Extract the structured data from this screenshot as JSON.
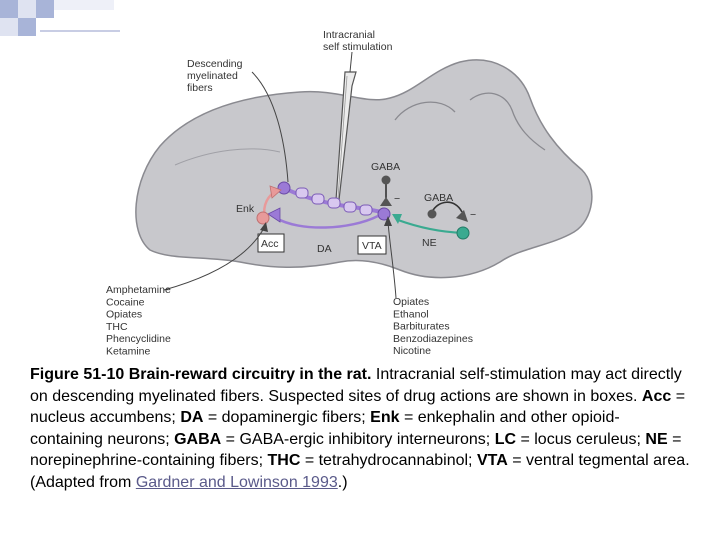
{
  "labels": {
    "intracranial_1": "Intracranial",
    "intracranial_2": "self stimulation",
    "descending_1": "Descending",
    "descending_2": "myelinated",
    "descending_3": "fibers",
    "gaba_top": "GABA",
    "gaba_right": "GABA",
    "minus_1": "−",
    "minus_2": "−",
    "enk": "Enk",
    "acc": "Acc",
    "da": "DA",
    "vta": "VTA",
    "ne": "NE"
  },
  "left_drugs": [
    "Amphetamine",
    "Cocaine",
    "Opiates",
    "THC",
    "Phencyclidine",
    "Ketamine"
  ],
  "right_drugs": [
    "Opiates",
    "Ethanol",
    "Barbiturates",
    "Benzodiazepines",
    "Nicotine"
  ],
  "caption": {
    "title": "Figure 51-10 Brain-reward circuitry in the rat.",
    "intro": " Intracranial self-stimulation may act directly on descending myelinated fibers. Suspected sites of drug actions are shown in boxes. ",
    "defs": [
      {
        "term": "Acc",
        "def": " = nucleus accumbens; "
      },
      {
        "term": "DA",
        "def": " = dopaminergic fibers; "
      },
      {
        "term": "Enk",
        "def": " = enkephalin and other opioid-containing neurons; "
      },
      {
        "term": "GABA",
        "def": " = GABA-ergic inhibitory interneurons; "
      },
      {
        "term": "LC",
        "def": " = locus ceruleus; "
      },
      {
        "term": "NE",
        "def": " = norepinephrine-containing fibers; "
      },
      {
        "term": "THC",
        "def": " = tetrahydrocannabinol; "
      },
      {
        "term": "VTA",
        "def": " = ventral tegmental area. (Adapted from "
      }
    ],
    "link_text": "Gardner and Lowinson 1993",
    "end": ".)"
  },
  "colors": {
    "brain_fill": "#c8c8cc",
    "brain_stroke": "#8a8a90",
    "purple": "#9b7ad6",
    "purple_dark": "#6a4aa6",
    "pink": "#e89a9a",
    "pink_dark": "#c07070",
    "teal": "#3aaa90",
    "text": "#333333",
    "link": "#5a5a8a",
    "corner_blue": "#a8b4d8"
  }
}
